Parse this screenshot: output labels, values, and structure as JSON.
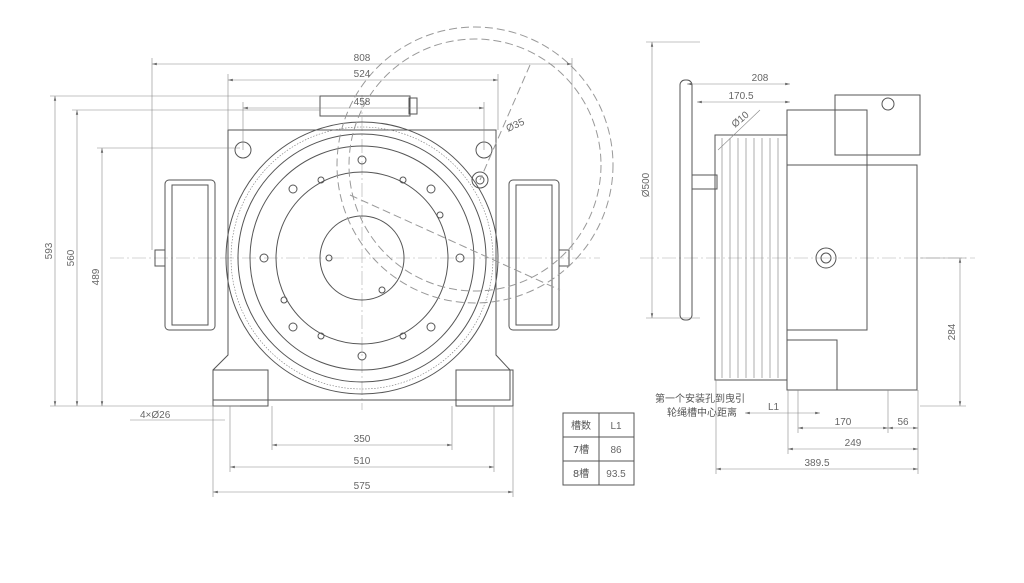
{
  "dimensions": {
    "width_808": "808",
    "width_524": "524",
    "width_458": "458",
    "height_593": "593",
    "height_560": "560",
    "height_489": "489",
    "holes": "4×Ø26",
    "dia_35": "Ø35",
    "base_350": "350",
    "base_510": "510",
    "base_575": "575",
    "wheel_dia": "Ø500",
    "side_208": "208",
    "side_170_5": "170.5",
    "dia_10": "Ø10",
    "height_284": "284",
    "l1": "L1",
    "side_170": "170",
    "side_56": "56",
    "side_249": "249",
    "side_389_5": "389.5"
  },
  "note": {
    "line1": "第一个安装孔到曳引",
    "line2": "轮绳槽中心距离"
  },
  "table": {
    "headers": [
      "槽数",
      "L1"
    ],
    "rows": [
      [
        "7槽",
        "86"
      ],
      [
        "8槽",
        "93.5"
      ]
    ]
  }
}
